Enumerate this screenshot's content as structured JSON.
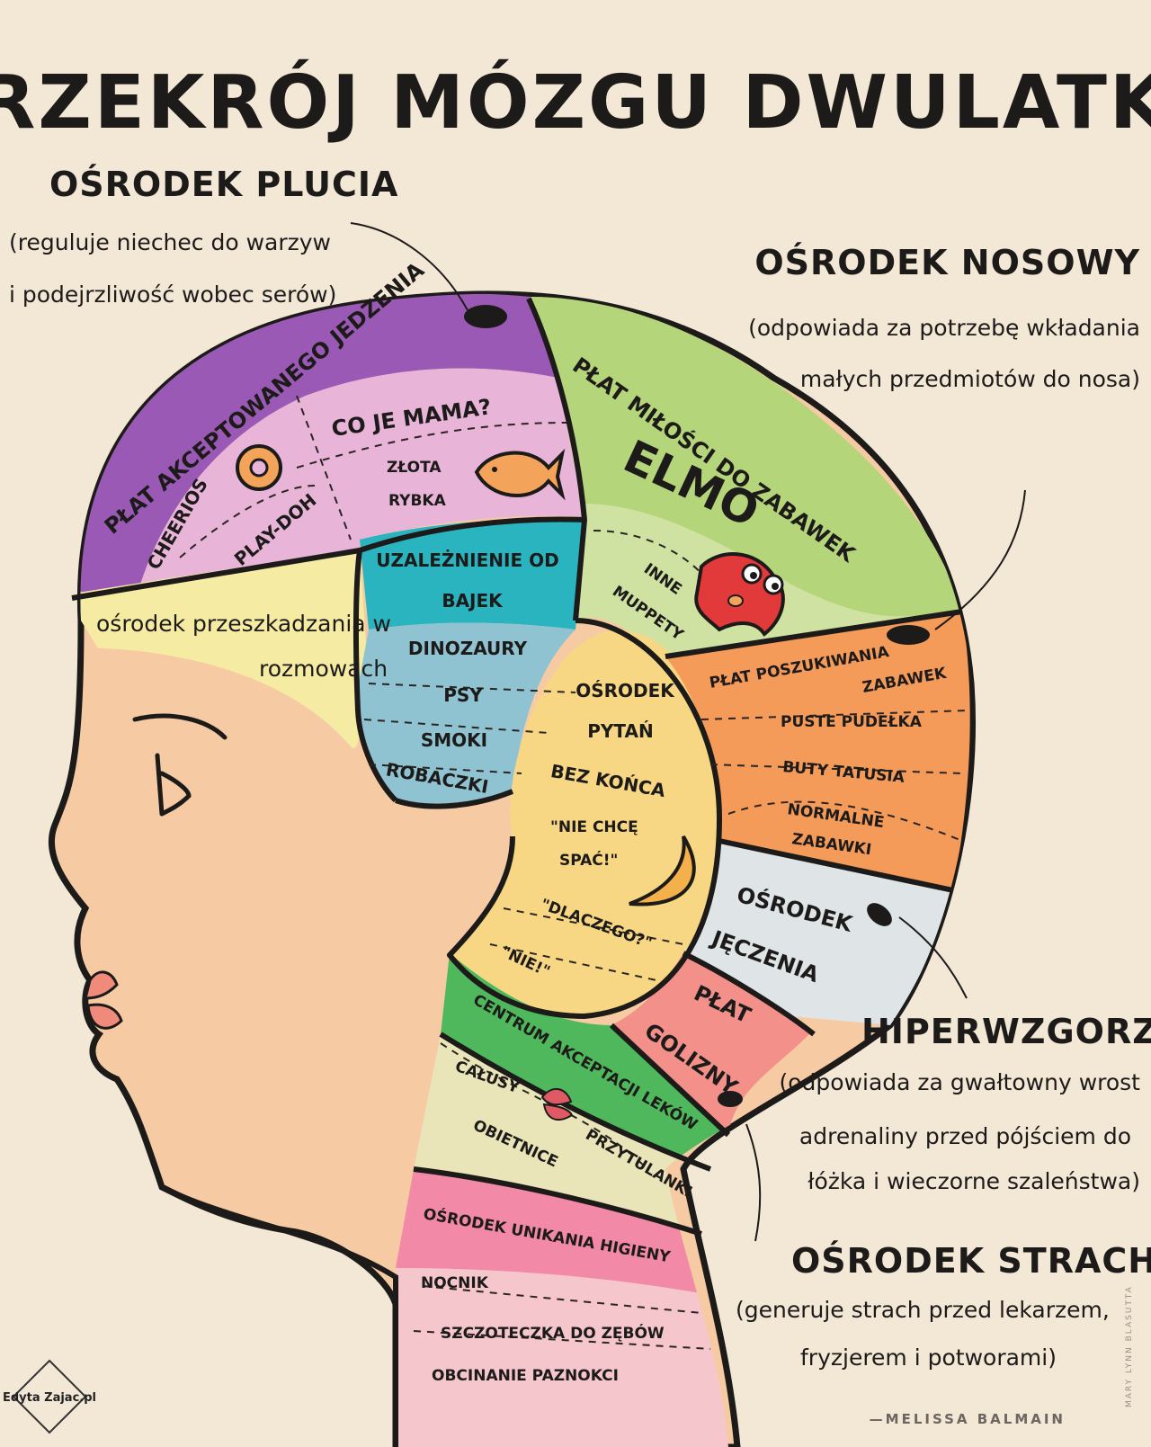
{
  "title": "PRZEKRÓJ MÓZGU DWULATKA",
  "annotations": {
    "plucia": {
      "heading": "OŚRODEK PLUCIA",
      "line1": "(reguluje niechec do warzyw",
      "line2": "i podejrzliwość wobec serów)"
    },
    "nosowy": {
      "heading": "OŚRODEK NOSOWY",
      "line1": "(odpowiada za potrzebę wkładania",
      "line2": "małych przedmiotów do nosa)"
    },
    "hiperwzgorze": {
      "heading": "HIPERWZGORZE",
      "line1": "(odpowiada za gwałtowny wrost",
      "line2": "adrenaliny przed pójściem do",
      "line3": "łóżka i wieczorne szaleństwa)"
    },
    "strachu": {
      "heading": "OŚRODEK STRACHU",
      "line1": "(generuje strach przed lekarzem,",
      "line2": "fryzjerem i potworami)"
    }
  },
  "regions": {
    "food": {
      "title": "PŁAT AKCEPTOWANEGO JEDZENIA",
      "cheerios": "CHEERIOS",
      "playdoh": "PLAY-DOH",
      "coje": "CO JE MAMA?",
      "zlota": "ZŁOTA",
      "rybka": "RYBKA"
    },
    "love": {
      "title": "PŁAT MIŁOŚCI DO ZABAWEK",
      "elmo": "ELMO",
      "inne": "INNE",
      "muppety": "MUPPETY"
    },
    "interrupt": {
      "line1": "ośrodek przeszkadzania w",
      "line2": "rozmowach"
    },
    "cartoons": {
      "line1": "UZALEŻNIENIE OD",
      "line2": "BAJEK",
      "items": [
        "DINOZAURY",
        "PSY",
        "SMOKI",
        "ROBACZKI"
      ]
    },
    "questions": {
      "line1": "OŚRODEK",
      "line2": "PYTAŃ",
      "line3": "BEZ KOŃCA",
      "q1a": "\"NIE CHCĘ",
      "q1b": "SPAĆ!\"",
      "q2": "\"DLACZEGO?\"",
      "q3": "\"NIE!\""
    },
    "search": {
      "line1": "PŁAT POSZUKIWANIA",
      "line2": "ZABAWEK",
      "items": [
        "PUSTE PUDEŁKA",
        "BUTY TATUSIA",
        "NORMALNE",
        "ZABAWKI"
      ]
    },
    "whine": {
      "line1": "OŚRODEK",
      "line2": "JĘCZENIA"
    },
    "naked": {
      "line1": "PŁAT",
      "line2": "GOLIZNY"
    },
    "meds": {
      "title": "CENTRUM AKCEPTACJI LEKÓW",
      "calusy": "CAŁUSY",
      "obietnice": "OBIETNICE",
      "przytulanki": "PRZYTULANKI"
    },
    "hygiene": {
      "title": "OŚRODEK UNIKANIA HIGIENY",
      "items": [
        "NOCNIK",
        "SZCZOTECZKA DO ZĘBÓW",
        "OBCINANIE PAZNOKCI"
      ]
    }
  },
  "watermark": "Edyta Zajac.pl",
  "author": "—MELISSA BALMAIN",
  "artist_credit": "MARY LYNN BLASUTTA",
  "colors": {
    "background": "#f3e7d6",
    "skin": "#f6cba3",
    "outline": "#1d1b1a",
    "purple": "#9b59b6",
    "pink": "#e8b4d8",
    "lime": "#b5d57a",
    "yellow": "#f5eba3",
    "teal": "#2ab4bf",
    "blue": "#8fc3d1",
    "peach": "#f8d784",
    "orange": "#f59b5a",
    "grey": "#dfe4e6",
    "salmon": "#f39089",
    "green": "#4fb85c",
    "cream": "#e9e5b8",
    "rose": "#f28aa7",
    "lightpink": "#f5c6cc"
  }
}
